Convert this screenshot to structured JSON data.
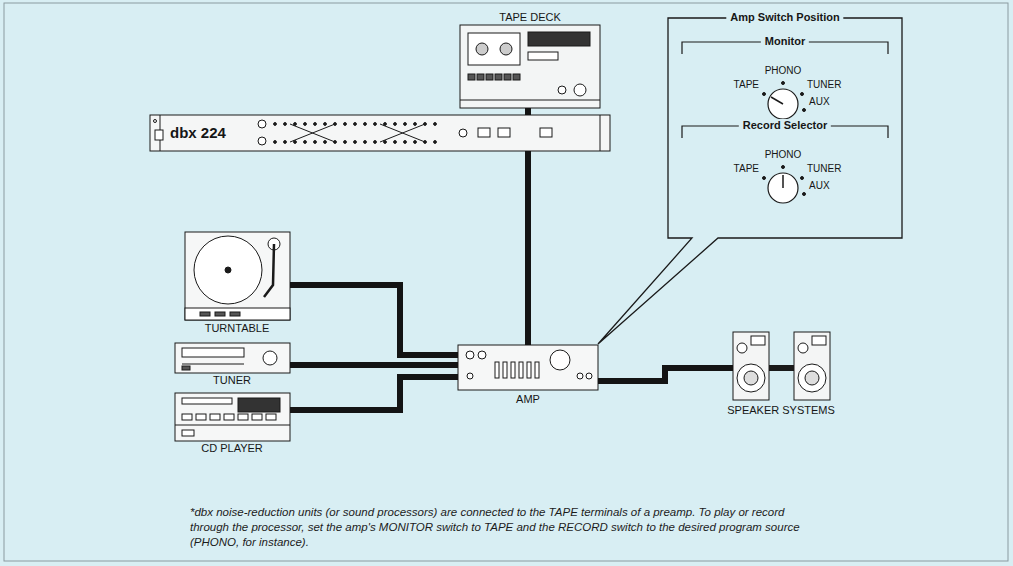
{
  "diagram": {
    "caption": "*dbx noise-reduction units (or sound processors) are connected to the TAPE terminals of a preamp. To play or record through the processor, set the amp's MONITOR switch to TAPE and the RECORD switch to the desired program source (PHONO, for instance).",
    "nodes": [
      {
        "text": [
          "TAPE DECK"
        ]
      },
      {
        "text": [
          "dbx 224"
        ]
      },
      {
        "text": [
          "TURNTABLE"
        ]
      },
      {
        "text": [
          "TUNER"
        ]
      },
      {
        "text": [
          "CD PLAYER"
        ]
      },
      {
        "text": [
          "AMP"
        ]
      },
      {
        "text": [
          "SPEAKER SYSTEMS"
        ]
      },
      {
        "text": [
          "Amp Switch Position"
        ]
      },
      {
        "text": [
          "Monitor",
          "PHONO",
          "TAPE",
          "TUNER",
          "AUX"
        ],
        "in": 7
      },
      {
        "text": [
          "Record Selector",
          "PHONO",
          "TAPE",
          "TUNER",
          "AUX"
        ],
        "in": 7
      }
    ],
    "edges": [
      {
        "from": 0,
        "to": 1,
        "arrow": "none"
      },
      {
        "from": 1,
        "to": 5,
        "arrow": "none"
      },
      {
        "from": 2,
        "to": 5,
        "arrow": "none"
      },
      {
        "from": 3,
        "to": 5,
        "arrow": "none"
      },
      {
        "from": 4,
        "to": 5,
        "arrow": "none"
      },
      {
        "from": 5,
        "to": 6,
        "arrow": "none"
      }
    ]
  }
}
